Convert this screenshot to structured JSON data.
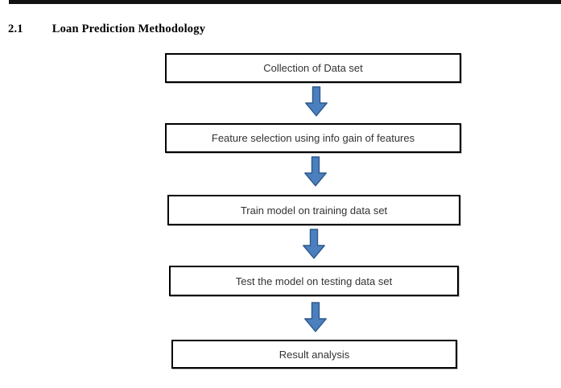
{
  "document": {
    "section_number": "2.1",
    "section_title": "Loan Prediction Methodology"
  },
  "flowchart": {
    "steps": [
      "Collection of Data set",
      "Feature selection using info gain of features",
      "Train model on training data set",
      "Test the model on testing data set",
      "Result analysis"
    ],
    "colors": {
      "arrow_fill": "#4C7FBE",
      "arrow_border": "#2C598C",
      "box_border": "#000000",
      "box_text": "#333333"
    }
  }
}
